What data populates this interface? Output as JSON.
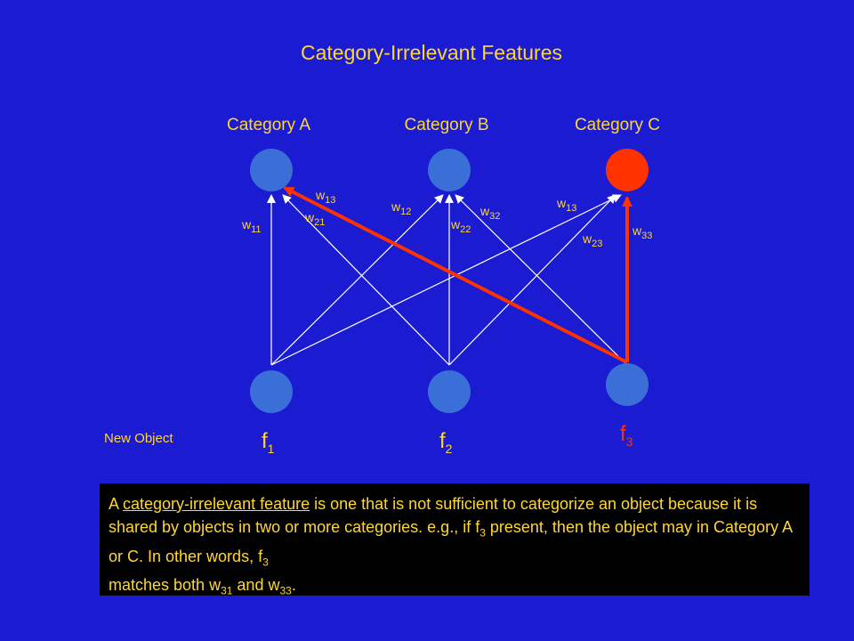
{
  "title": "Category-Irrelevant Features",
  "categories": [
    {
      "id": "A",
      "label": "Category A"
    },
    {
      "id": "B",
      "label": "Category B"
    },
    {
      "id": "C",
      "label": "Category C"
    }
  ],
  "features": [
    {
      "id": "f1",
      "base": "f",
      "sub": "1",
      "highlight": false
    },
    {
      "id": "f2",
      "base": "f",
      "sub": "2",
      "highlight": false
    },
    {
      "id": "f3",
      "base": "f",
      "sub": "3",
      "highlight": true
    }
  ],
  "new_object_label": "New Object",
  "weights": [
    {
      "base": "w",
      "sub": "11"
    },
    {
      "base": "w",
      "sub": "13"
    },
    {
      "base": "w",
      "sub": "21"
    },
    {
      "base": "w",
      "sub": "12"
    },
    {
      "base": "w",
      "sub": "22"
    },
    {
      "base": "w",
      "sub": "32"
    },
    {
      "base": "w",
      "sub": "13"
    },
    {
      "base": "w",
      "sub": "23"
    },
    {
      "base": "w",
      "sub": "33"
    }
  ],
  "highlighted_connections": [
    "f3-A",
    "f3-C"
  ],
  "colors": {
    "background": "#1b1bd2",
    "text": "#ffd633",
    "node": "#3a6fd8",
    "active_node": "#ff3300",
    "line": "#ffffff",
    "highlight_line": "#ff3300"
  },
  "description": {
    "p1": "A ",
    "term": "category-irrelevant  feature",
    "p2": " is one that is not sufficient to categorize an object because it is shared by objects in two or more categories.  e.g., if f",
    "sub1": "3",
    "p3": " present, then the object may in Category A or C. In other words, f",
    "sub2": "3",
    "p4": "matches both w",
    "sub3": "31",
    "p5": " and w",
    "sub4": "33",
    "p6": "."
  }
}
